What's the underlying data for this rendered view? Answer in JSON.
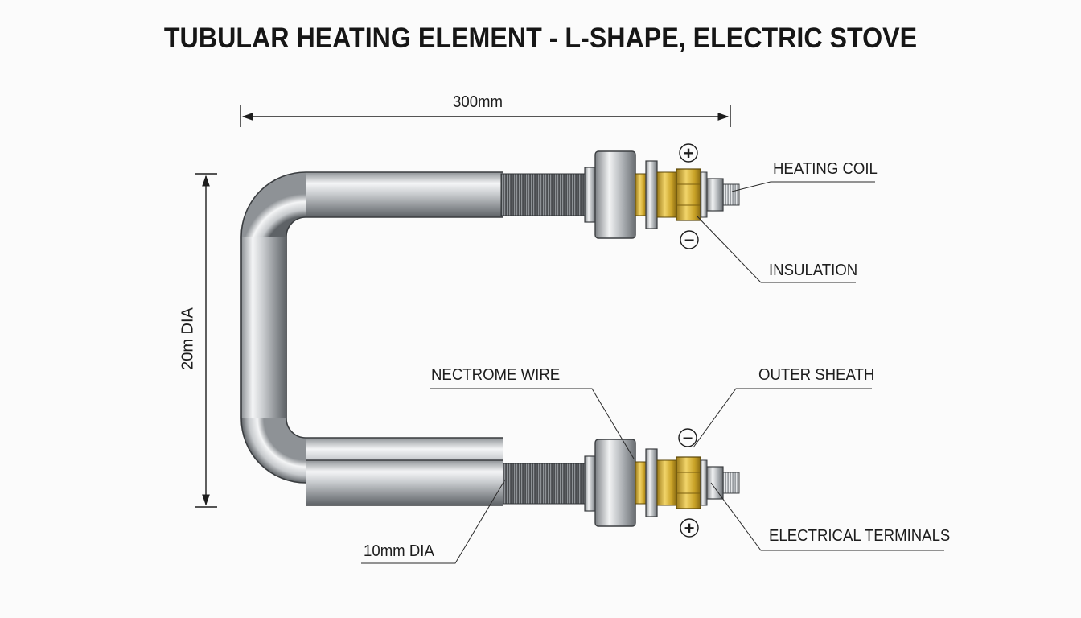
{
  "title": "TUBULAR HEATING ELEMENT - L-SHAPE, ELECTRIC STOVE",
  "dimensions": {
    "length": "300mm",
    "height": "20m DIA",
    "tube_diameter": "10mm DIA"
  },
  "callouts": {
    "heating_coil": "HEATING COIL",
    "insulation": "INSULATION",
    "nectrome_wire": "NECTROME WIRE",
    "outer_sheath": "OUTER SHEATH",
    "electrical_terminals": "ELECTRICAL TERMINALS"
  },
  "terminal_signs": {
    "top_positive": "+",
    "top_negative": "−",
    "bottom_negative": "−",
    "bottom_positive": "+"
  },
  "colors": {
    "steel": "#c9ccd0",
    "brass": "#c9a227",
    "ink": "#1d1d1d"
  }
}
